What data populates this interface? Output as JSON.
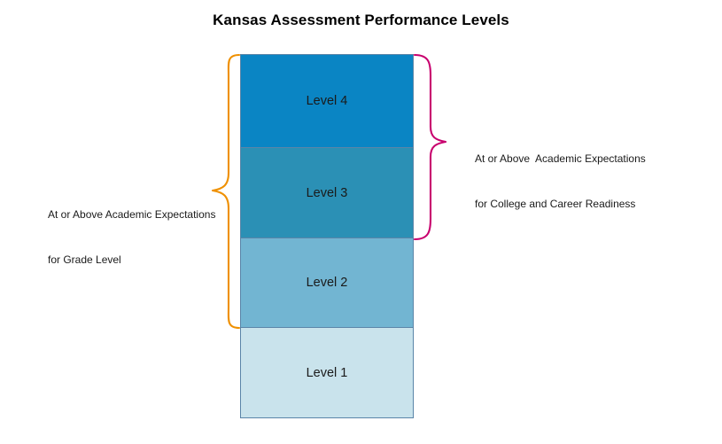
{
  "chart_data": {
    "type": "bar",
    "title": "Kansas Assessment Performance Levels",
    "xlabel": "",
    "ylabel": "",
    "orientation": "vertical-stacked-single-column",
    "categories": [
      "Level 4",
      "Level 3",
      "Level 2",
      "Level 1"
    ],
    "values": [
      1,
      1,
      1,
      1
    ],
    "series": [
      {
        "name": "Performance Levels",
        "values": [
          1,
          1,
          1,
          1
        ]
      }
    ],
    "segment_colors": [
      "#0a85c4",
      "#2b90b5",
      "#72b5d2",
      "#c9e3ec"
    ],
    "legend": [],
    "grid": false,
    "annotations": [
      {
        "id": "grade-level-bracket",
        "text": "At or Above Academic Expectations\nfor Grade Level",
        "covers": [
          "Level 4",
          "Level 3",
          "Level 2"
        ],
        "side": "left",
        "color": "#ef9000"
      },
      {
        "id": "college-career-bracket",
        "text": "At or Above  Academic Expectations\nfor College and Career Readiness",
        "covers": [
          "Level 4",
          "Level 3"
        ],
        "side": "right",
        "color": "#c8006e"
      }
    ]
  },
  "title": "Kansas Assessment Performance Levels",
  "levels": [
    {
      "label": "Level 4",
      "color": "#0a85c4"
    },
    {
      "label": "Level 3",
      "color": "#2b90b5"
    },
    {
      "label": "Level 2",
      "color": "#72b5d2"
    },
    {
      "label": "Level 1",
      "color": "#c9e3ec"
    }
  ],
  "annotations": {
    "left": {
      "line1": "At or Above Academic Expectations",
      "line2": "for Grade Level",
      "color": "#ef9000"
    },
    "right": {
      "line1": "At or Above  Academic Expectations",
      "line2": "for College and Career Readiness",
      "color": "#c8006e"
    }
  },
  "colors": {
    "border": "#5a85a8",
    "background": "#ffffff",
    "brace_left": "#ef9000",
    "brace_right": "#c8006e"
  }
}
